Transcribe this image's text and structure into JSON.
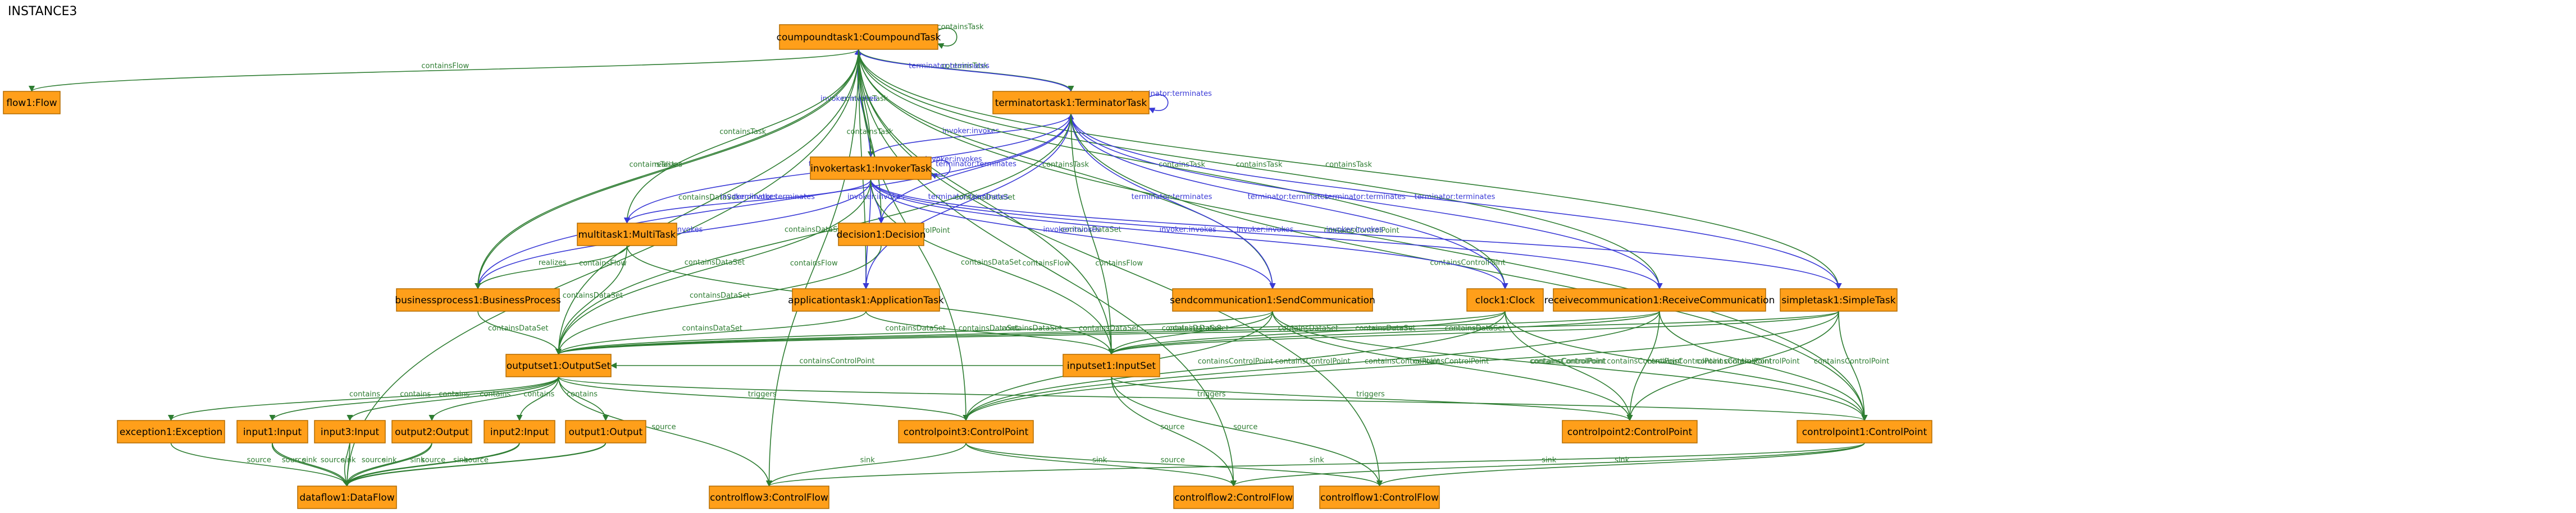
{
  "title": "INSTANCE3",
  "colors": {
    "node_fill": "#FF9F1A",
    "green_edge": "#2E7D32",
    "blue_edge": "#3A3AD6"
  },
  "nodes": [
    {
      "id": "compound",
      "label": "coumpoundtask1:CoumpoundTask"
    },
    {
      "id": "flow",
      "label": "flow1:Flow"
    },
    {
      "id": "terminator",
      "label": "terminatortask1:TerminatorTask"
    },
    {
      "id": "invoker",
      "label": "invokertask1:InvokerTask"
    },
    {
      "id": "multi",
      "label": "multitask1:MultiTask"
    },
    {
      "id": "decision",
      "label": "decision1:Decision"
    },
    {
      "id": "business",
      "label": "businessprocess1:BusinessProcess"
    },
    {
      "id": "application",
      "label": "applicationtask1:ApplicationTask"
    },
    {
      "id": "send",
      "label": "sendcommunication1:SendCommunication"
    },
    {
      "id": "clock",
      "label": "clock1:Clock"
    },
    {
      "id": "receive",
      "label": "receivecommunication1:ReceiveCommunication"
    },
    {
      "id": "simple",
      "label": "simpletask1:SimpleTask"
    },
    {
      "id": "outputset",
      "label": "outputset1:OutputSet"
    },
    {
      "id": "inputset",
      "label": "inputset1:InputSet"
    },
    {
      "id": "exception",
      "label": "exception1:Exception"
    },
    {
      "id": "input1",
      "label": "input1:Input"
    },
    {
      "id": "input3",
      "label": "input3:Input"
    },
    {
      "id": "output2",
      "label": "output2:Output"
    },
    {
      "id": "input2",
      "label": "input2:Input"
    },
    {
      "id": "output1",
      "label": "output1:Output"
    },
    {
      "id": "cp3",
      "label": "controlpoint3:ControlPoint"
    },
    {
      "id": "cp2",
      "label": "controlpoint2:ControlPoint"
    },
    {
      "id": "cp1",
      "label": "controlpoint1:ControlPoint"
    },
    {
      "id": "dataflow",
      "label": "dataflow1:DataFlow"
    },
    {
      "id": "cf3",
      "label": "controlflow3:ControlFlow"
    },
    {
      "id": "cf2",
      "label": "controlflow2:ControlFlow"
    },
    {
      "id": "cf1",
      "label": "controlflow1:ControlFlow"
    }
  ],
  "edges": [
    {
      "from": "compound",
      "to": "compound",
      "label": "containsTask",
      "color": "green"
    },
    {
      "from": "compound",
      "to": "flow",
      "label": "containsFlow",
      "color": "green"
    },
    {
      "from": "compound",
      "to": "terminator",
      "label": "containsTask",
      "color": "green"
    },
    {
      "from": "terminator",
      "to": "compound",
      "label": "terminator:terminates",
      "color": "blue"
    },
    {
      "from": "terminator",
      "to": "terminator",
      "label": "terminator:terminates",
      "color": "blue"
    },
    {
      "from": "compound",
      "to": "invoker",
      "label": "containsTask",
      "color": "green"
    },
    {
      "from": "invoker",
      "to": "compound",
      "label": "invoker:invokes",
      "color": "blue"
    },
    {
      "from": "invoker",
      "to": "invoker",
      "label": "invoker:invokes",
      "color": "blue"
    },
    {
      "from": "invoker",
      "to": "terminator",
      "label": "invoker:invokes",
      "color": "blue"
    },
    {
      "from": "compound",
      "to": "multi",
      "label": "containsTask",
      "color": "green"
    },
    {
      "from": "compound",
      "to": "business",
      "label": "realizes",
      "color": "green"
    },
    {
      "from": "compound",
      "to": "business",
      "label": "containsTask",
      "color": "green"
    },
    {
      "from": "compound",
      "to": "outputset",
      "label": "containsDataSet",
      "color": "green"
    },
    {
      "from": "compound",
      "to": "dataflow",
      "label": "containsFlow",
      "color": "green"
    },
    {
      "from": "compound",
      "to": "cf3",
      "label": "containsFlow",
      "color": "green"
    },
    {
      "from": "compound",
      "to": "cf1",
      "label": "containsFlow",
      "color": "green"
    },
    {
      "from": "compound",
      "to": "cf2",
      "label": "containsFlow",
      "color": "green"
    },
    {
      "from": "compound",
      "to": "decision",
      "label": "containsTask",
      "color": "green"
    },
    {
      "from": "compound",
      "to": "inputset",
      "label": "containsDataSet",
      "color": "green"
    },
    {
      "from": "compound",
      "to": "cp1",
      "label": "containsControlPoint",
      "color": "green"
    },
    {
      "from": "compound",
      "to": "cp3",
      "label": "containsControlPoint",
      "color": "green"
    },
    {
      "from": "compound",
      "to": "send",
      "label": "containsTask",
      "color": "green"
    },
    {
      "from": "compound",
      "to": "clock",
      "label": "containsTask",
      "color": "green"
    },
    {
      "from": "compound",
      "to": "receive",
      "label": "containsTask",
      "color": "green"
    },
    {
      "from": "compound",
      "to": "simple",
      "label": "containsTask",
      "color": "green"
    },
    {
      "from": "compound",
      "to": "application",
      "label": "containsTask",
      "color": "green"
    },
    {
      "from": "terminator",
      "to": "multi",
      "label": "terminator:terminates",
      "color": "blue"
    },
    {
      "from": "terminator",
      "to": "business",
      "label": "terminator:terminates",
      "color": "blue"
    },
    {
      "from": "terminator",
      "to": "decision",
      "label": "terminator:terminates",
      "color": "blue"
    },
    {
      "from": "terminator",
      "to": "application",
      "label": "terminator:terminates",
      "color": "blue"
    },
    {
      "from": "terminator",
      "to": "send",
      "label": "terminator:terminates",
      "color": "blue"
    },
    {
      "from": "terminator",
      "to": "clock",
      "label": "terminator:terminates",
      "color": "blue"
    },
    {
      "from": "terminator",
      "to": "receive",
      "label": "terminator:terminates",
      "color": "blue"
    },
    {
      "from": "terminator",
      "to": "simple",
      "label": "terminator:terminates",
      "color": "blue"
    },
    {
      "from": "terminator",
      "to": "outputset",
      "label": "containsDataSet",
      "color": "green"
    },
    {
      "from": "terminator",
      "to": "inputset",
      "label": "containsDataSet",
      "color": "green"
    },
    {
      "from": "terminator",
      "to": "cp1",
      "label": "containsControlPoint",
      "color": "green"
    },
    {
      "from": "invoker",
      "to": "multi",
      "label": "invoker:invokes",
      "color": "blue"
    },
    {
      "from": "invoker",
      "to": "business",
      "label": "invoker:invokes",
      "color": "blue"
    },
    {
      "from": "invoker",
      "to": "decision",
      "label": "invoker:invokes",
      "color": "blue"
    },
    {
      "from": "invoker",
      "to": "application",
      "label": "invoker:invokes",
      "color": "blue"
    },
    {
      "from": "invoker",
      "to": "send",
      "label": "invoker:invokes",
      "color": "blue"
    },
    {
      "from": "invoker",
      "to": "clock",
      "label": "invoker:invokes",
      "color": "blue"
    },
    {
      "from": "invoker",
      "to": "receive",
      "label": "invoker:invokes",
      "color": "blue"
    },
    {
      "from": "invoker",
      "to": "simple",
      "label": "invoker:invokes",
      "color": "blue"
    },
    {
      "from": "invoker",
      "to": "outputset",
      "label": "containsDataSet",
      "color": "green"
    },
    {
      "from": "invoker",
      "to": "inputset",
      "label": "containsDataSet",
      "color": "green"
    },
    {
      "from": "multi",
      "to": "business",
      "label": "realizes",
      "color": "green"
    },
    {
      "from": "multi",
      "to": "outputset",
      "label": "containsDataSet",
      "color": "green"
    },
    {
      "from": "multi",
      "to": "inputset",
      "label": "containsDataSet",
      "color": "green"
    },
    {
      "from": "decision",
      "to": "outputset",
      "label": "containsDataSet",
      "color": "green"
    },
    {
      "from": "business",
      "to": "outputset",
      "label": "containsDataSet",
      "color": "green"
    },
    {
      "from": "application",
      "to": "outputset",
      "label": "containsDataSet",
      "color": "green"
    },
    {
      "from": "application",
      "to": "inputset",
      "label": "containsDataSet",
      "color": "green"
    },
    {
      "from": "send",
      "to": "outputset",
      "label": "containsDataSet",
      "color": "green"
    },
    {
      "from": "send",
      "to": "inputset",
      "label": "containsDataSet",
      "color": "green"
    },
    {
      "from": "send",
      "to": "cp3",
      "label": "containsControlPoint",
      "color": "green"
    },
    {
      "from": "send",
      "to": "cp2",
      "label": "containsControlPoint",
      "color": "green"
    },
    {
      "from": "send",
      "to": "cp1",
      "label": "containsControlPoint",
      "color": "green"
    },
    {
      "from": "clock",
      "to": "outputset",
      "label": "containsDataSet",
      "color": "green"
    },
    {
      "from": "clock",
      "to": "inputset",
      "label": "containsDataSet",
      "color": "green"
    },
    {
      "from": "clock",
      "to": "cp3",
      "label": "containsControlPoint",
      "color": "green"
    },
    {
      "from": "clock",
      "to": "cp2",
      "label": "containsControlPoint",
      "color": "green"
    },
    {
      "from": "clock",
      "to": "cp1",
      "label": "containsControlPoint",
      "color": "green"
    },
    {
      "from": "receive",
      "to": "outputset",
      "label": "containsDataSet",
      "color": "green"
    },
    {
      "from": "receive",
      "to": "inputset",
      "label": "containsDataSet",
      "color": "green"
    },
    {
      "from": "receive",
      "to": "cp3",
      "label": "containsControlPoint",
      "color": "green"
    },
    {
      "from": "receive",
      "to": "cp2",
      "label": "containsControlPoint",
      "color": "green"
    },
    {
      "from": "receive",
      "to": "cp1",
      "label": "containsControlPoint",
      "color": "green"
    },
    {
      "from": "simple",
      "to": "outputset",
      "label": "containsDataSet",
      "color": "green"
    },
    {
      "from": "simple",
      "to": "inputset",
      "label": "containsDataSet",
      "color": "green"
    },
    {
      "from": "simple",
      "to": "cp3",
      "label": "containsControlPoint",
      "color": "green"
    },
    {
      "from": "simple",
      "to": "cp2",
      "label": "containsControlPoint",
      "color": "green"
    },
    {
      "from": "simple",
      "to": "cp1",
      "label": "containsControlPoint",
      "color": "green"
    },
    {
      "from": "outputset",
      "to": "exception",
      "label": "contains",
      "color": "green"
    },
    {
      "from": "outputset",
      "to": "input1",
      "label": "contains",
      "color": "green"
    },
    {
      "from": "outputset",
      "to": "input3",
      "label": "contains",
      "color": "green"
    },
    {
      "from": "outputset",
      "to": "output2",
      "label": "contains",
      "color": "green"
    },
    {
      "from": "outputset",
      "to": "input2",
      "label": "contains",
      "color": "green"
    },
    {
      "from": "outputset",
      "to": "output1",
      "label": "contains",
      "color": "green"
    },
    {
      "from": "outputset",
      "to": "cp3",
      "label": "triggers",
      "color": "green"
    },
    {
      "from": "outputset",
      "to": "cp1",
      "label": "triggers",
      "color": "green"
    },
    {
      "from": "outputset",
      "to": "cf3",
      "label": "source",
      "color": "green"
    },
    {
      "from": "inputset",
      "to": "outputset",
      "label": "containsControlPoint",
      "color": "green"
    },
    {
      "from": "inputset",
      "to": "cp2",
      "label": "triggers",
      "color": "green"
    },
    {
      "from": "inputset",
      "to": "cf2",
      "label": "source",
      "color": "green"
    },
    {
      "from": "inputset",
      "to": "cf1",
      "label": "source",
      "color": "green"
    },
    {
      "from": "exception",
      "to": "dataflow",
      "label": "source",
      "color": "green"
    },
    {
      "from": "input1",
      "to": "dataflow",
      "label": "sink",
      "color": "green"
    },
    {
      "from": "input1",
      "to": "dataflow",
      "label": "source",
      "color": "green"
    },
    {
      "from": "input3",
      "to": "dataflow",
      "label": "sink",
      "color": "green"
    },
    {
      "from": "input3",
      "to": "dataflow",
      "label": "source",
      "color": "green"
    },
    {
      "from": "output2",
      "to": "dataflow",
      "label": "sink",
      "color": "green"
    },
    {
      "from": "output2",
      "to": "dataflow",
      "label": "source",
      "color": "green"
    },
    {
      "from": "input2",
      "to": "dataflow",
      "label": "source",
      "color": "green"
    },
    {
      "from": "input2",
      "to": "dataflow",
      "label": "sink",
      "color": "green"
    },
    {
      "from": "output1",
      "to": "dataflow",
      "label": "source",
      "color": "green"
    },
    {
      "from": "output1",
      "to": "dataflow",
      "label": "sink",
      "color": "green"
    },
    {
      "from": "cp3",
      "to": "cf3",
      "label": "sink",
      "color": "green"
    },
    {
      "from": "cp3",
      "to": "cf2",
      "label": "sink",
      "color": "green"
    },
    {
      "from": "cp3",
      "to": "cf1",
      "label": "source",
      "color": "green"
    },
    {
      "from": "cp1",
      "to": "cf2",
      "label": "sink",
      "color": "green"
    },
    {
      "from": "cp1",
      "to": "cf1",
      "label": "sink",
      "color": "green"
    },
    {
      "from": "cp1",
      "to": "cf3",
      "label": "sink",
      "color": "green"
    }
  ]
}
